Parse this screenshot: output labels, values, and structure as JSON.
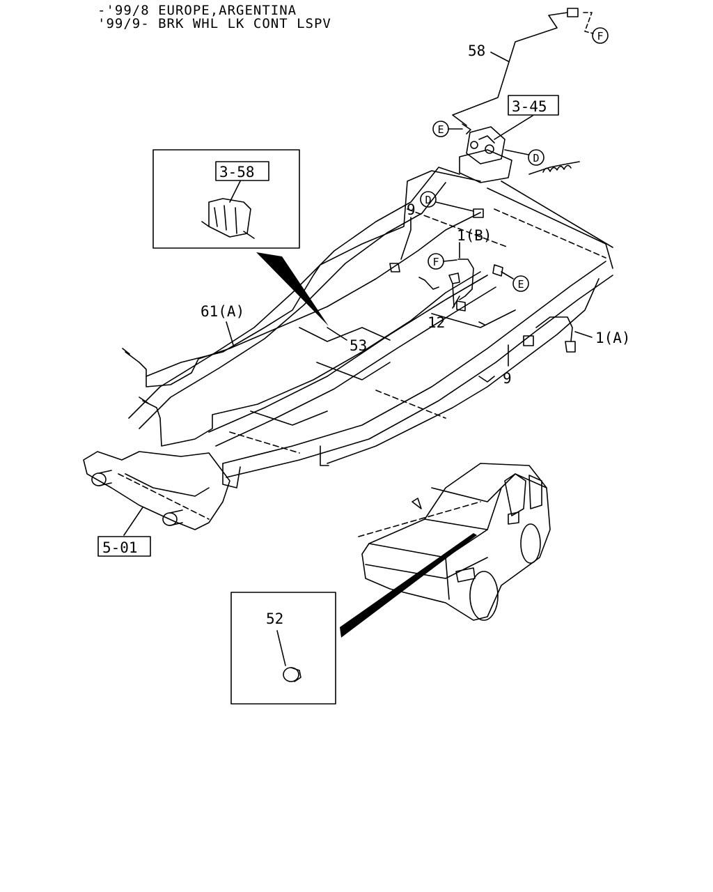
{
  "header": {
    "line1": "-'99/8 EUROPE,ARGENTINA",
    "line2": "'99/9- BRK WHL LK CONT LSPV"
  },
  "callouts": {
    "c58": "58",
    "c345": "3-45",
    "c358": "3-58",
    "c9a": "9",
    "c1b": "1(B)",
    "c61a": "61(A)",
    "c53": "53",
    "c12": "12",
    "c1a": "1(A)",
    "c9b": "9",
    "c501": "5-01",
    "c52": "52"
  },
  "markers": {
    "f_top": "F",
    "e_valve": "E",
    "d_valve": "D",
    "d_frame": "D",
    "f_hose": "F",
    "e_frame": "E"
  }
}
